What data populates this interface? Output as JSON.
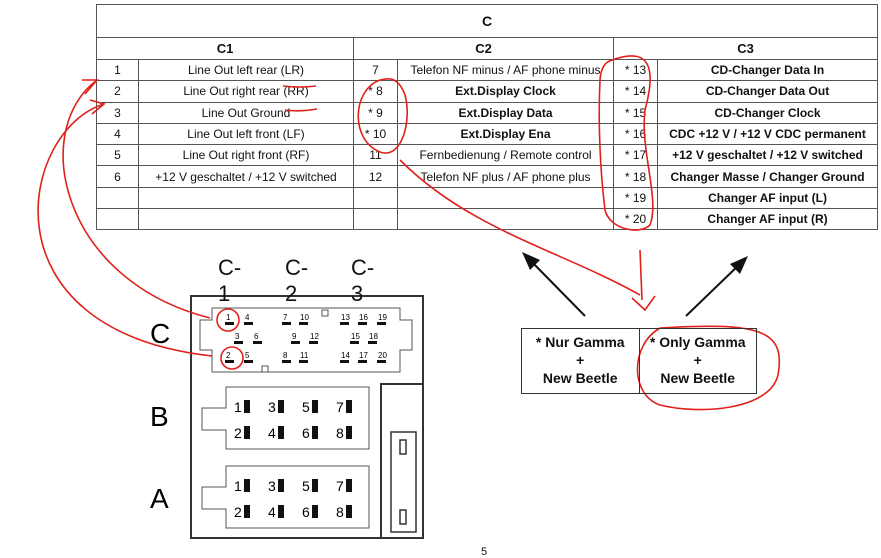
{
  "table": {
    "title": "C",
    "headers": [
      "C1",
      "C2",
      "C3"
    ],
    "rows": [
      [
        "1",
        "Line Out left rear (LR)",
        "7",
        "Telefon NF minus / AF phone minus",
        "* 13",
        "CD-Changer Data In"
      ],
      [
        "2",
        "Line Out right rear (RR)",
        "* 8",
        "Ext.Display Clock",
        "* 14",
        "CD-Changer Data Out"
      ],
      [
        "3",
        "Line Out Ground",
        "* 9",
        "Ext.Display Data",
        "* 15",
        "CD-Changer Clock"
      ],
      [
        "4",
        "Line Out left front (LF)",
        "* 10",
        "Ext.Display Ena",
        "* 16",
        "CDC +12 V / +12 V CDC permanent"
      ],
      [
        "5",
        "Line Out right front (RF)",
        "11",
        "Fernbedienung / Remote control",
        "* 17",
        "+12 V geschaltet / +12 V switched"
      ],
      [
        "6",
        "+12 V geschaltet / +12 V switched",
        "12",
        "Telefon NF plus / AF phone plus",
        "* 18",
        "Changer Masse / Changer Ground"
      ],
      [
        "",
        "",
        "",
        "",
        "* 19",
        "Changer AF input (L)"
      ],
      [
        "",
        "",
        "",
        "",
        "* 20",
        "Changer AF input (R)"
      ]
    ]
  },
  "connector": {
    "group_labels": [
      "C-1",
      "C-2",
      "C-3"
    ],
    "row_labels": [
      "C",
      "B",
      "A"
    ],
    "c_pins_top": [
      "1",
      "4",
      "7",
      "10",
      "13",
      "16",
      "19"
    ],
    "c_pins_mid": [
      "3",
      "6",
      "9",
      "12",
      "15",
      "18"
    ],
    "c_pins_bot": [
      "2",
      "5",
      "8",
      "11",
      "14",
      "17",
      "20"
    ],
    "ab_pins": [
      "1",
      "3",
      "5",
      "7",
      "2",
      "4",
      "6",
      "8"
    ]
  },
  "note": {
    "german": [
      "* Nur Gamma",
      "+",
      "New Beetle"
    ],
    "english": [
      "* Only Gamma",
      "+",
      "New Beetle"
    ]
  },
  "page_number": "5",
  "colors": {
    "annotation": "#e0201a",
    "lines": "#333333"
  }
}
